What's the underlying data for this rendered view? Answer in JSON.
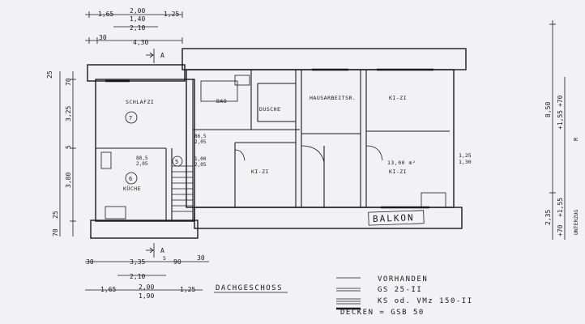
{
  "drawing": {
    "floor_title": "DACHGESCHOSS",
    "section_marker": "A",
    "rooms": {
      "schlafzi": "SCHLAFZI",
      "bad": "BAD",
      "dusche": "DUSCHE",
      "hausarbeit": "HAUSARBEITSR.",
      "ki_top": "KI-ZI",
      "kueche": "KÜCHE",
      "ki_mid": "KI-ZI",
      "ki_area": "13,00 m²",
      "ki_right": "KI-ZI",
      "balkon": "BALKON"
    },
    "room_numbers": {
      "r7": "7",
      "r6": "6",
      "r5": "5"
    },
    "dims_top": {
      "top1": "1,65",
      "top2": "2,00",
      "top3": "1,40",
      "top4": "1,25",
      "top5": "2,10",
      "top6": "30",
      "top7": "4,30"
    },
    "dims_bottom": {
      "b1": "30",
      "b2": "3,35",
      "b3": "5",
      "b4": "90",
      "b5": "30",
      "b6": "2,10",
      "b7": "1,65",
      "b8": "2,00",
      "b9": "1,90",
      "b10": "1,25"
    },
    "dims_left": {
      "l1": "25",
      "l2": "70",
      "l3": "3,25",
      "l4": "5",
      "l5": "3,80",
      "l6": "25",
      "l7": "70"
    },
    "dims_right": {
      "r1": "8,50",
      "r2": "+70",
      "r3": "+1,55",
      "r4": "2,35",
      "r5": "+1,55",
      "r6": "+70",
      "r7": "UNTERZUG",
      "r8": "R"
    },
    "inner_notes": {
      "n1": "86,5",
      "n2": "2,05",
      "n3": "1,00",
      "n4": "2,05",
      "n5": "88,5",
      "n6": "2,05",
      "n7": "1,25",
      "n8": "1,30"
    },
    "legend": {
      "vorhanden": "VORHANDEN",
      "gs": "GS  25-II",
      "ks": "KS  od. VMz  150-II",
      "decken": "DECKEN  =  GSB 50"
    }
  }
}
